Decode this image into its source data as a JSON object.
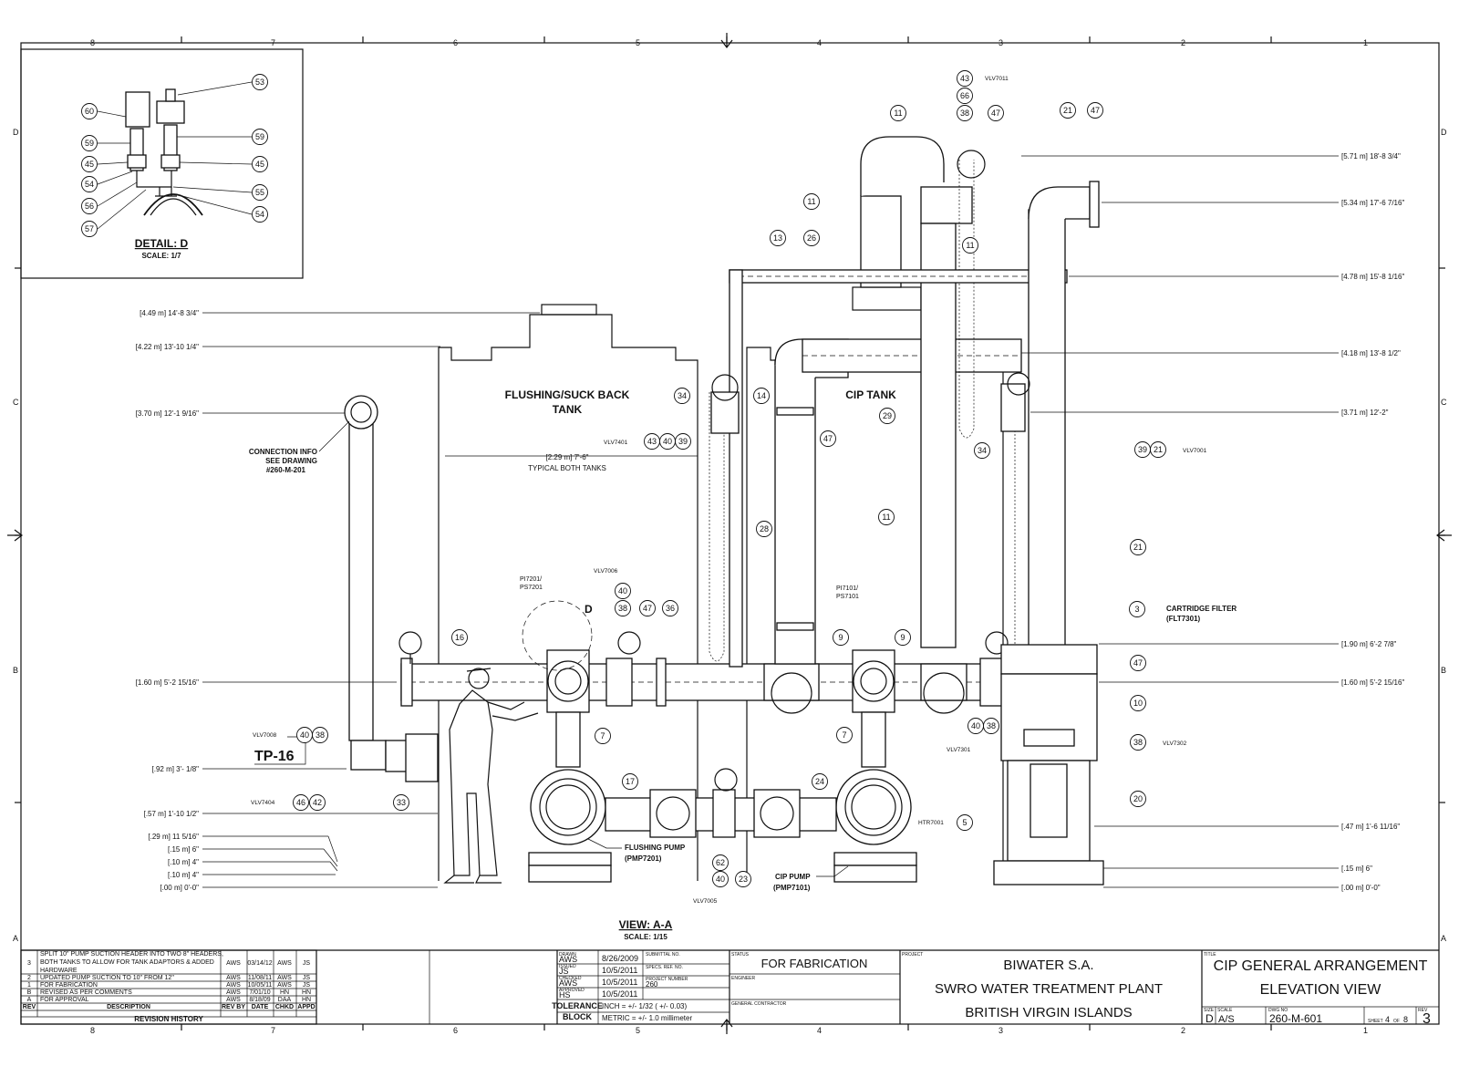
{
  "border": {
    "top_zones": [
      "8",
      "7",
      "6",
      "5",
      "4",
      "3",
      "2",
      "1"
    ],
    "bottom_zones": [
      "8",
      "7",
      "6",
      "5",
      "4",
      "3",
      "2",
      "1"
    ],
    "left_zones": [
      "D",
      "C",
      "B",
      "A"
    ],
    "right_zones": [
      "D",
      "C",
      "B",
      "A"
    ]
  },
  "detail": {
    "title": "DETAIL: D",
    "scale": "SCALE: 1/7",
    "callouts": [
      "60",
      "59",
      "45",
      "54",
      "56",
      "57",
      "53",
      "59",
      "45",
      "55",
      "54"
    ]
  },
  "view": {
    "title": "VIEW: A-A",
    "scale": "SCALE: 1/15"
  },
  "tanks": {
    "flushing": "FLUSHING/SUCK BACK",
    "flushing2": "TANK",
    "cip": "CIP TANK",
    "dim": "[2.29 m] 7'-6\"",
    "dim_note": "TYPICAL BOTH TANKS"
  },
  "notes": {
    "connection1": "CONNECTION INFO",
    "connection2": "SEE DRAWING",
    "connection3": "#260-M-201",
    "tp": "TP-16",
    "flush_pump1": "FLUSHING PUMP",
    "flush_pump2": "(PMP7201)",
    "cip_pump1": "CIP PUMP",
    "cip_pump2": "(PMP7101)",
    "cart1": "CARTRIDGE FILTER",
    "cart2": "(FLT7301)",
    "pi7201": "PI7201/",
    "ps7201": "PS7201",
    "pi7101": "PI7101/",
    "ps7101": "PS7101",
    "detail_mark": "D"
  },
  "left_elevations": [
    "[4.49 m] 14'-8 3/4\"",
    "[4.22 m] 13'-10 1/4\"",
    "[3.70 m] 12'-1 9/16\"",
    "[1.60 m] 5'-2 15/16\"",
    "[.92 m] 3'- 1/8\"",
    "[.57 m] 1'-10 1/2\"",
    "[.29 m] 11 5/16\"",
    "[.15 m] 6\"",
    "[.10 m] 4\"",
    "[.10 m] 4\"",
    "[.00 m] 0'-0\""
  ],
  "right_elevations": [
    "[5.71 m] 18'-8 3/4\"",
    "[5.34 m] 17'-6 7/16\"",
    "[4.78 m] 15'-8 1/16\"",
    "[4.18 m] 13'-8 1/2\"",
    "[3.71 m] 12'-2\"",
    "[1.90 m] 6'-2 7/8\"",
    "[1.60 m] 5'-2 15/16\"",
    "[.47 m] 1'-6 11/16\"",
    "[.15 m] 6\"",
    "[.00 m] 0'-0\""
  ],
  "valve_tags": [
    "VLV7011",
    "VLV7401",
    "VLV7001",
    "VLV7006",
    "VLV7008",
    "VLV7404",
    "VLV7301",
    "VLV7302",
    "HTR7001",
    "VLV7005"
  ],
  "callouts": [
    "43",
    "66",
    "38",
    "47",
    "11",
    "21",
    "47",
    "11",
    "11",
    "13",
    "26",
    "34",
    "14",
    "29",
    "47",
    "34",
    "43",
    "40",
    "39",
    "39",
    "21",
    "28",
    "11",
    "21",
    "40",
    "38",
    "47",
    "36",
    "16",
    "9",
    "9",
    "3",
    "47",
    "10",
    "40",
    "38",
    "38",
    "7",
    "7",
    "40",
    "38",
    "17",
    "24",
    "5",
    "20",
    "46",
    "42",
    "33",
    "62",
    "40",
    "23"
  ],
  "revisions": {
    "rows": [
      {
        "rev": "3",
        "desc": "SPLIT 10\" PUMP SUCTION HEADER INTO TWO 8\" HEADERS,",
        "desc2": "BOTH TANKS TO ALLOW FOR TANK ADAPTORS & ADDED",
        "desc3": "HARDWARE",
        "by": "AWS",
        "date": "03/14/12",
        "chkd": "AWS",
        "appd": "JS"
      },
      {
        "rev": "2",
        "desc": "UPDATED PUMP SUCTION TO 10\" FROM 12\"",
        "by": "AWS",
        "date": "11/08/11",
        "chkd": "AWS",
        "appd": "JS"
      },
      {
        "rev": "1",
        "desc": "FOR FABRICATION",
        "by": "AWS",
        "date": "10/05/11",
        "chkd": "AWS",
        "appd": "JS"
      },
      {
        "rev": "B",
        "desc": "REVISED AS PER COMMENTS",
        "by": "AWS",
        "date": "7/01/10",
        "chkd": "HN",
        "appd": "HN"
      },
      {
        "rev": "A",
        "desc": "FOR APPROVAL",
        "by": "AWS",
        "date": "8/18/09",
        "chkd": "DAA",
        "appd": "HN"
      }
    ],
    "headers": [
      "REV",
      "DESCRIPTION",
      "REV BY",
      "DATE",
      "CHKD",
      "APPD"
    ],
    "footer": "REVISION HISTORY"
  },
  "title_block": {
    "drawn_lbl": "DRAWN",
    "drawn": "AWS",
    "drawn_date": "8/26/2009",
    "issued_lbl": "ISSUED",
    "issued": "JS",
    "issued_date": "10/5/2011",
    "checked_lbl": "CHECKED",
    "checked": "AWS",
    "checked_date": "10/5/2011",
    "approved_lbl": "APPROVED",
    "approved": "HS",
    "approved_date": "10/5/2011",
    "submittal_lbl": "SUBMITTAL NO.",
    "specs_lbl": "SPECS. REF. NO.",
    "project_no_lbl": "PROJECT NUMBER",
    "project_no": "260",
    "tolerance1": "TOLERANCE",
    "tolerance2": "BLOCK",
    "tol_inch": "INCH = +/- 1/32 ( +/- 0.03)",
    "tol_metric": "METRIC = +/- 1.0 millimeter",
    "status_lbl": "STATUS",
    "status": "FOR FABRICATION",
    "engineer_lbl": "ENGINEER",
    "gc_lbl": "GENERAL CONTRACTOR",
    "project_lbl": "PROJECT",
    "project1": "BIWATER S.A.",
    "project2": "SWRO WATER TREATMENT PLANT",
    "project3": "BRITISH VIRGIN ISLANDS",
    "title_lbl": "TITLE",
    "title1": "CIP GENERAL ARRANGEMENT",
    "title2": "ELEVATION VIEW",
    "size_lbl": "SIZE",
    "size": "D",
    "scale_lbl": "SCALE",
    "scale": "A/S",
    "dwg_lbl": "DWG NO",
    "dwg": "260-M-601",
    "sheet_lbl": "SHEET",
    "sheet": "4",
    "of_lbl": "OF",
    "of": "8",
    "rev_lbl": "REV",
    "rev": "3"
  }
}
